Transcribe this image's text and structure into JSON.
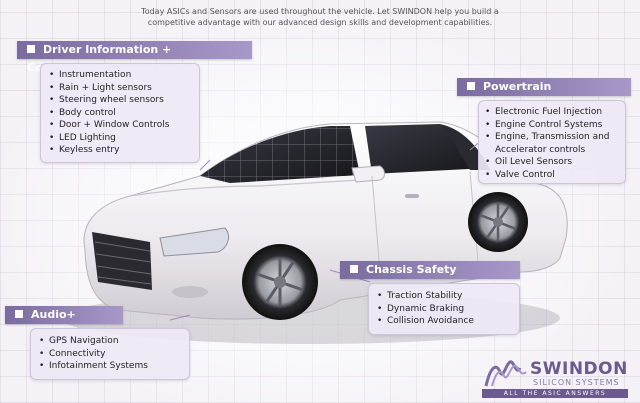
{
  "intro": "Today ASICs and Sensors are used throughout the vehicle.  Let SWINDON help you build a competitive advantage with our advanced design skills and development capabilities.",
  "sections": {
    "driver": {
      "title": "Driver Information + Convenience",
      "items": [
        "Instrumentation",
        "Rain + Light sensors",
        "Steering wheel sensors",
        "Body control",
        "Door + Window Controls",
        "LED Lighting",
        "Keyless entry"
      ]
    },
    "powertrain": {
      "title": "Powertrain",
      "items": [
        "Electronic Fuel Injection",
        "Engine Control Systems",
        "Engine, Transmission and Accelerator controls",
        "Oil Level  Sensors",
        "Valve Control"
      ]
    },
    "chassis": {
      "title": "Chassis Safety",
      "items": [
        "Traction Stability",
        "Dynamic Braking",
        "Collision Avoidance"
      ]
    },
    "audio": {
      "title": "Audio+",
      "items": [
        "GPS Navigation",
        "Connectivity",
        "Infotainment Systems"
      ]
    }
  },
  "logo": {
    "name": "SWINDON",
    "sub": "SILICON SYSTEMS",
    "tagline": "ALL THE ASIC ANSWERS"
  },
  "colors": {
    "accent": "#7a6ba0",
    "panel": "#eee8f4",
    "logo": "#6a5a8e"
  }
}
